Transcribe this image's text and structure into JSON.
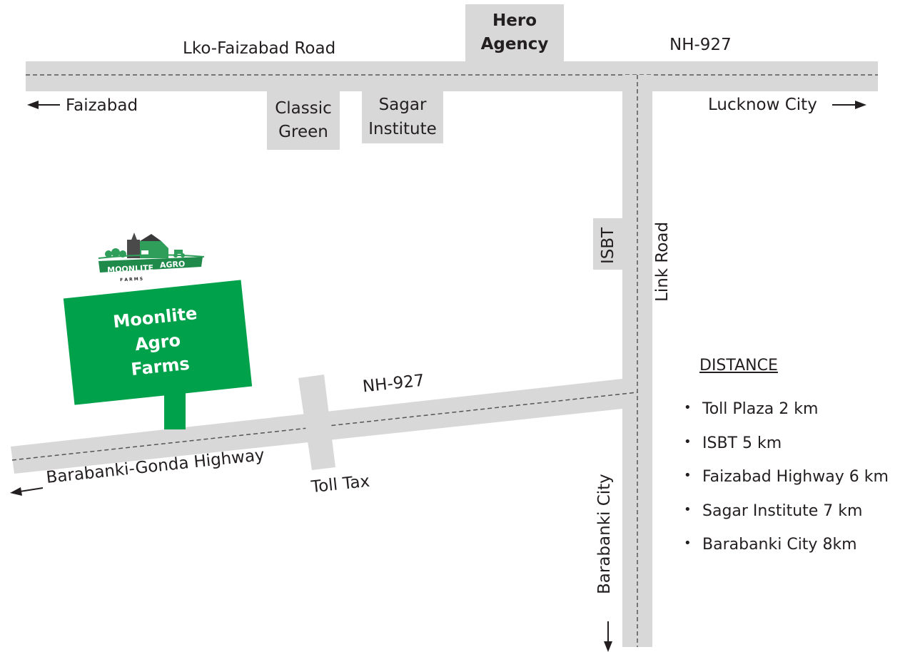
{
  "roads": {
    "top_road_name": "Lko-Faizabad Road",
    "top_road_nh": "NH-927",
    "lower_road_nh": "NH-927",
    "lower_road_name": "Barabanki-Gonda Highway",
    "link_road": "Link Road"
  },
  "directions": {
    "west": "Faizabad",
    "east": "Lucknow City",
    "south": "Barabanki City"
  },
  "landmarks": {
    "hero_line1": "Hero",
    "hero_line2": "Agency",
    "classic_line1": "Classic",
    "classic_line2": "Green",
    "sagar_line1": "Sagar",
    "sagar_line2": "Institute",
    "isbt": "ISBT",
    "toll": "Toll Tax"
  },
  "farm": {
    "sign_line1": "Moonlite",
    "sign_line2": "Agro",
    "sign_line3": "Farms",
    "logo_name_1": "MOONLITE",
    "logo_name_2": "AGRO",
    "logo_sub": "F A R M S"
  },
  "distance": {
    "title": "DISTANCE",
    "items": [
      "Toll Plaza 2 km",
      "ISBT 5 km",
      "Faizabad Highway 6 km",
      "Sagar Institute 7 km",
      "Barabanki City 8km"
    ]
  },
  "colors": {
    "road": "#d8d8d8",
    "farm_green": "#00a14b",
    "text": "#231f20"
  }
}
